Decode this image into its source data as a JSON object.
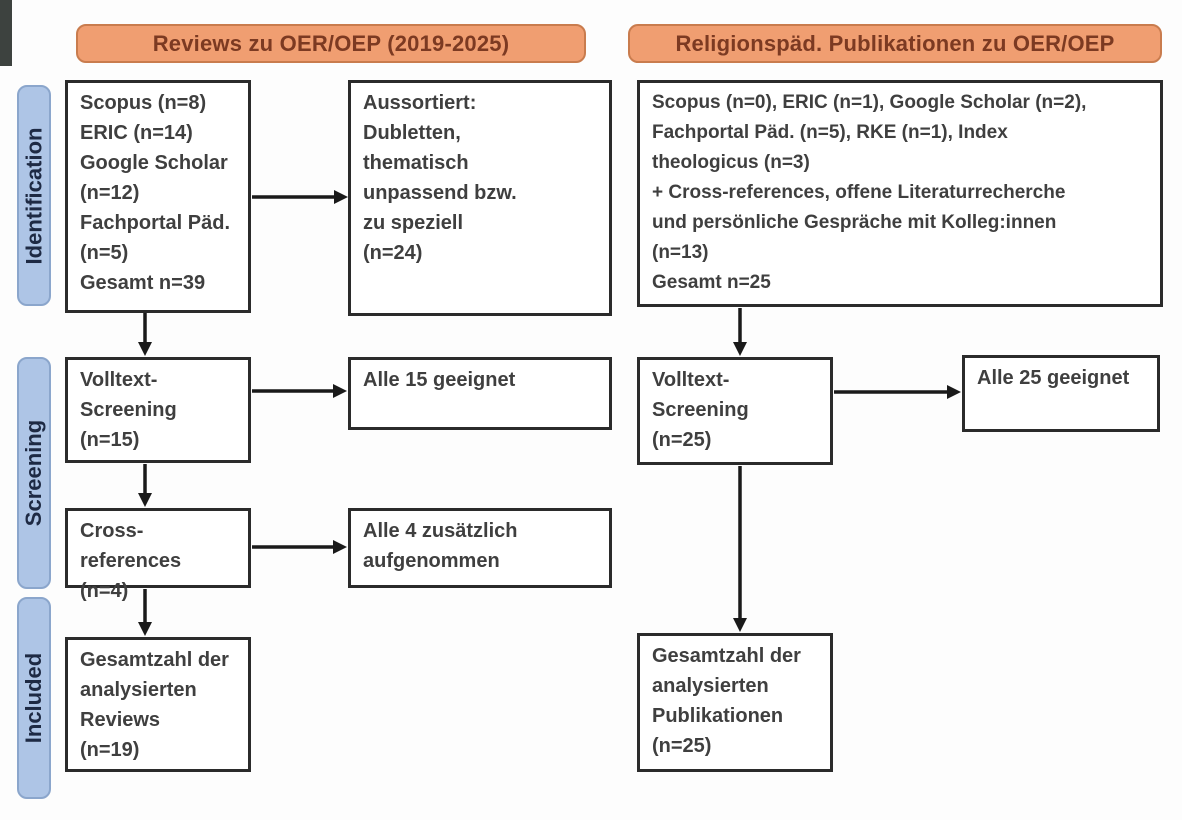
{
  "headers": {
    "left": "Reviews zu OER/OEP (2019-2025)",
    "right": "Religionspäd. Publikationen zu OER/OEP"
  },
  "stages": {
    "identification": "Identification",
    "screening": "Screening",
    "included": "Included"
  },
  "left_column": {
    "sources_box": [
      "Scopus (n=8)",
      "ERIC (n=14)",
      "Google Scholar",
      "(n=12)",
      "Fachportal Päd.",
      "(n=5)",
      "Gesamt n=39"
    ],
    "excluded_box": [
      "Aussortiert:",
      "Dubletten,",
      "thematisch",
      "unpassend bzw.",
      "zu speziell",
      "(n=24)"
    ],
    "fulltext_box": [
      "Volltext-",
      "Screening",
      "(n=15)"
    ],
    "eligible_box": "Alle 15 geeignet",
    "crossref_box": [
      "Cross-references",
      "(n=4)"
    ],
    "added_box": [
      "Alle 4 zusätzlich",
      "aufgenommen"
    ],
    "total_box": [
      "Gesamtzahl der",
      "analysierten",
      "Reviews",
      "(n=19)"
    ]
  },
  "right_column": {
    "sources_box": [
      "Scopus (n=0), ERIC (n=1), Google Scholar (n=2),",
      "Fachportal Päd. (n=5), RKE (n=1), Index",
      "theologicus (n=3)",
      "+ Cross-references, offene Literaturrecherche",
      "und persönliche Gespräche mit Kolleg:innen",
      "(n=13)",
      "Gesamt n=25"
    ],
    "fulltext_box": [
      "Volltext-",
      "Screening",
      "(n=25)"
    ],
    "eligible_box": "Alle 25 geeignet",
    "total_box": [
      "Gesamtzahl der",
      "analysierten",
      "Publikationen",
      "(n=25)"
    ]
  },
  "colors": {
    "header_fill": "#F09E71",
    "header_border": "#C97C4E",
    "header_text": "#7C3A22",
    "stage_fill": "#AEC5E6",
    "stage_border": "#8BA6CC",
    "stage_text": "#1E2A44",
    "box_border": "#2B2B2B",
    "box_text": "#3F3F3F",
    "arrow": "#1A1A1A",
    "background": "#FDFDFD"
  }
}
